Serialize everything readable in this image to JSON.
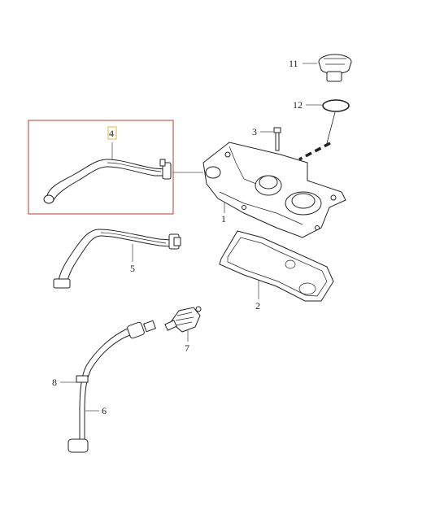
{
  "diagram": {
    "callouts": [
      {
        "id": "label-1",
        "text": "1"
      },
      {
        "id": "label-2",
        "text": "2"
      },
      {
        "id": "label-3",
        "text": "3"
      },
      {
        "id": "label-4",
        "text": "4"
      },
      {
        "id": "label-5",
        "text": "5"
      },
      {
        "id": "label-6",
        "text": "6"
      },
      {
        "id": "label-7",
        "text": "7"
      },
      {
        "id": "label-8",
        "text": "8"
      },
      {
        "id": "label-11",
        "text": "11"
      },
      {
        "id": "label-12",
        "text": "12"
      }
    ],
    "colors": {
      "highlight_box": "#c0392b",
      "highlight_label_box": "#e6b34a",
      "line": "#222222"
    }
  }
}
